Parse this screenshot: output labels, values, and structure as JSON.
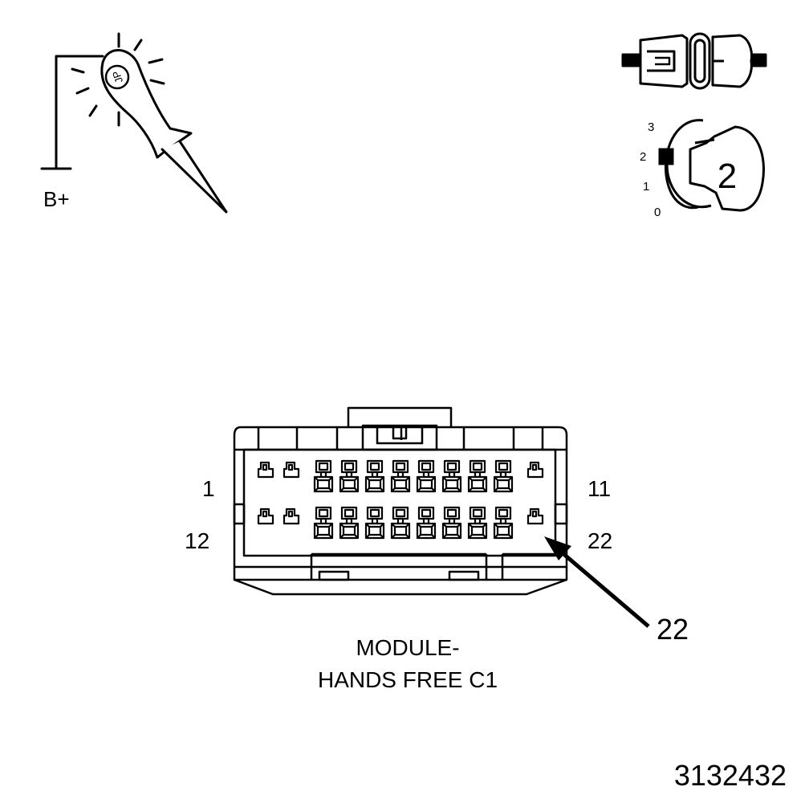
{
  "probe": {
    "supply_label": "B+",
    "tip_mark": "JP"
  },
  "ignition": {
    "connector_mark": "−",
    "positions": [
      "3",
      "2",
      "1",
      "0"
    ],
    "selected_position": "2",
    "key_label": "2"
  },
  "connector": {
    "pin_labels": {
      "top_left": "1",
      "top_right": "11",
      "bottom_left": "12",
      "bottom_right": "22"
    },
    "callout_pin": "22",
    "title_line1": "MODULE-",
    "title_line2": "HANDS FREE C1"
  },
  "figure_id": "3132432",
  "icons": [
    "test-light-probe-icon",
    "jumper-connector-icon",
    "ignition-switch-icon",
    "key-icon"
  ]
}
